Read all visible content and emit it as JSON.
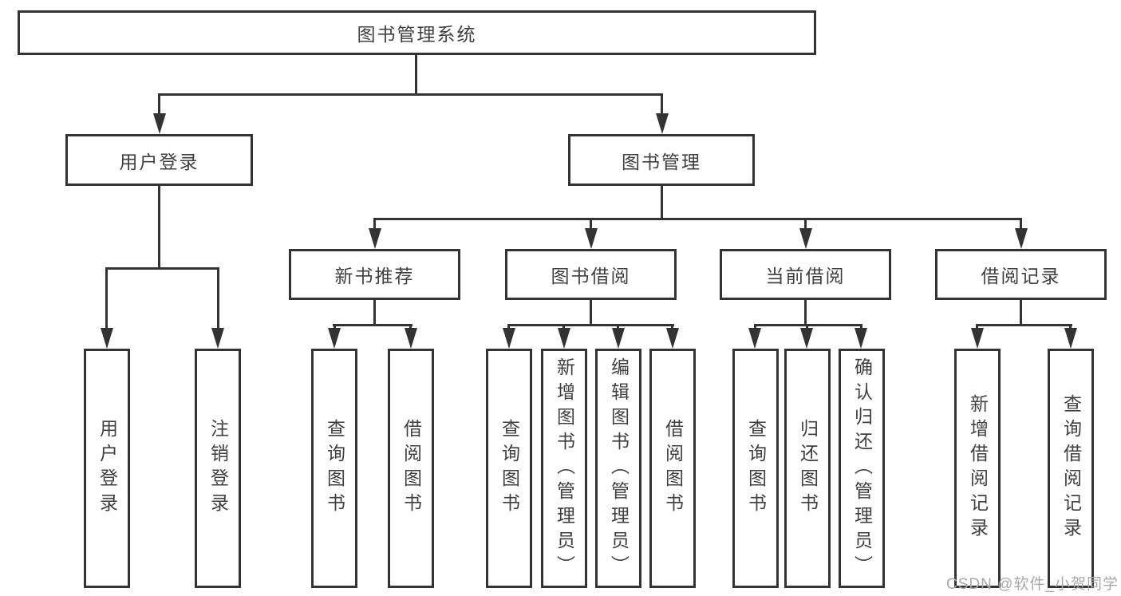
{
  "tree": {
    "root": "图书管理系统",
    "branches": [
      {
        "label": "用户登录",
        "leaves": [
          "用户登录",
          "注销登录"
        ]
      },
      {
        "label": "图书管理",
        "groups": [
          {
            "label": "新书推荐",
            "leaves": [
              "查询图书",
              "借阅图书"
            ]
          },
          {
            "label": "图书借阅",
            "leaves": [
              "查询图书",
              "新增图书（管理员）",
              "编辑图书（管理员）",
              "借阅图书"
            ]
          },
          {
            "label": "当前借阅",
            "leaves": [
              "查询图书",
              "归还图书",
              "确认归还（管理员）"
            ]
          },
          {
            "label": "借阅记录",
            "leaves": [
              "新增借阅记录",
              "查询借阅记录"
            ]
          }
        ]
      }
    ]
  },
  "watermark": "CSDN @软件_小贺同学",
  "colors": {
    "line": "#333333",
    "box_border": "#333333",
    "text": "#404040",
    "watermark": "#a8a8a8",
    "background": "#ffffff"
  }
}
